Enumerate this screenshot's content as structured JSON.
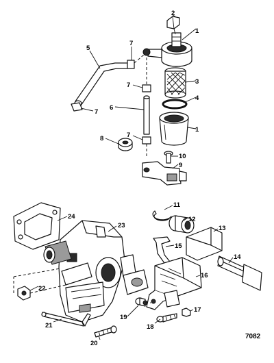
{
  "figure_number": "7082",
  "callouts": {
    "c1a": "1",
    "c2": "2",
    "c1b": "1",
    "c3": "3",
    "c4": "4",
    "c5": "5",
    "c6": "6",
    "c7a": "7",
    "c7b": "7",
    "c7c": "7",
    "c7d": "7",
    "c8": "8",
    "c9": "9",
    "c10": "10",
    "c11": "11",
    "c12": "12",
    "c13": "13",
    "c14": "14",
    "c15": "15",
    "c16": "16",
    "c17": "17",
    "c18": "18",
    "c19": "19",
    "c20": "20",
    "c21": "21",
    "c22": "22",
    "c23": "23",
    "c24": "24"
  }
}
